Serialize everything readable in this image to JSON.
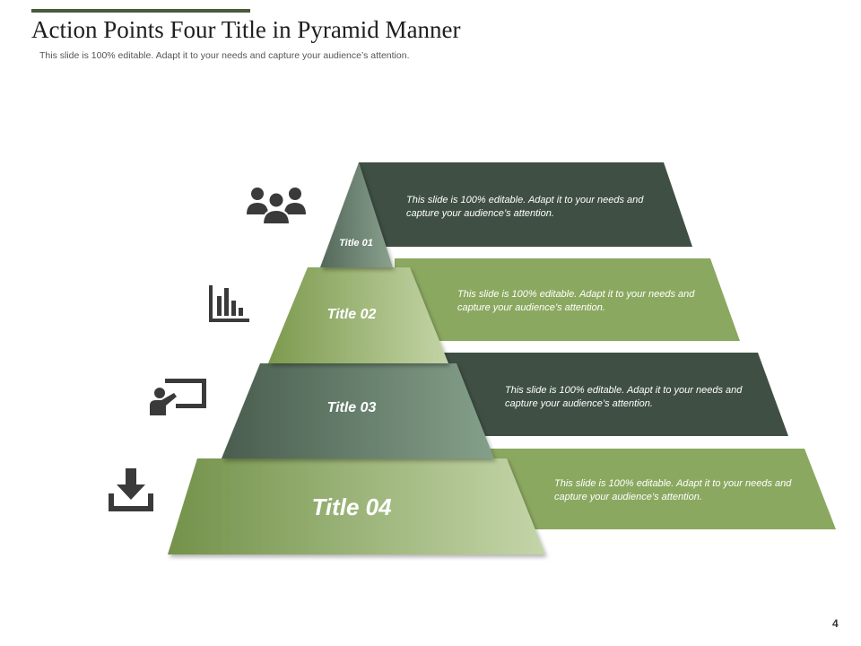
{
  "slide": {
    "title": "Action Points Four Title in Pyramid Manner",
    "subtitle": "This slide is 100% editable. Adapt it to your needs and capture your audience’s attention.",
    "page_number": "4"
  },
  "colors": {
    "dark_green": "#3f4f44",
    "light_green": "#8ba860",
    "rule": "#4a5a3a"
  },
  "tiers": [
    {
      "title": "Title 01",
      "text": "This slide is 100% editable. Adapt it to your needs and capture your audience’s attention.",
      "icon": "people-icon"
    },
    {
      "title": "Title 02",
      "text": "This slide is 100% editable. Adapt it to your needs and capture your audience’s attention.",
      "icon": "bar-chart-icon"
    },
    {
      "title": "Title 03",
      "text": "This slide is 100% editable. Adapt it to your needs and capture your audience’s attention.",
      "icon": "presentation-icon"
    },
    {
      "title": "Title 04",
      "text": "This slide is 100% editable. Adapt it to your needs and capture your audience’s attention.",
      "icon": "download-icon"
    }
  ]
}
